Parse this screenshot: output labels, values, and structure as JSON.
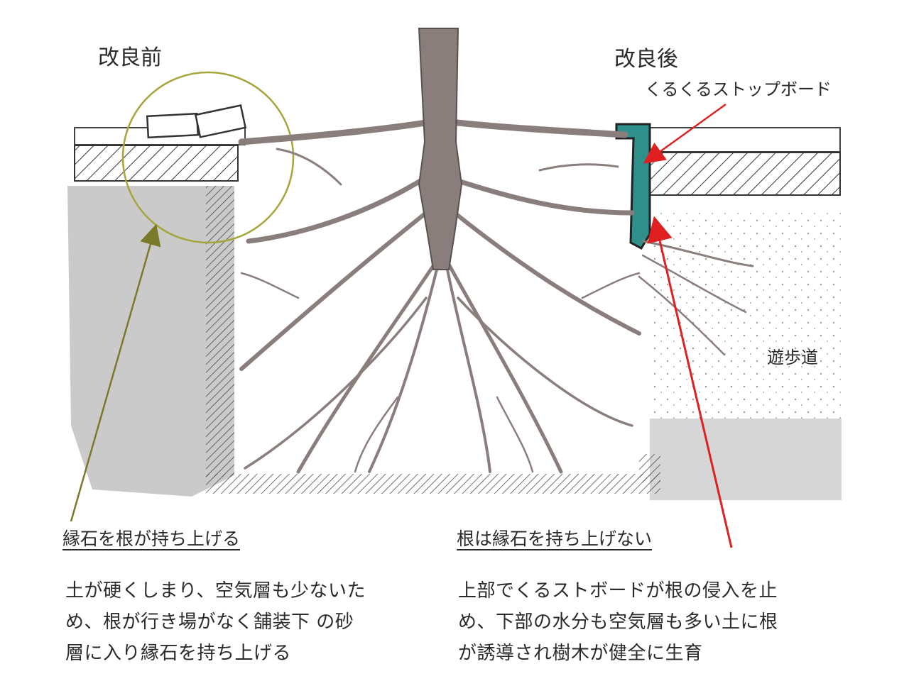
{
  "labels": {
    "before": "改良前",
    "after": "改良後",
    "board": "くるくるストップボード",
    "walkway": "遊歩道"
  },
  "left_caption": {
    "title": "縁石を根が持ち上げる",
    "lines": [
      "土が硬くしまり、空気層も少ないた",
      "め、根が行き場がなく舗装下 の砂",
      "層に入り縁石を持ち上げる"
    ]
  },
  "right_caption": {
    "title": "根は縁石を持ち上げない",
    "lines": [
      "上部でくるストボードが根の侵入を止",
      "め、下部の水分も空気層も多い土に根",
      "が誘導され樹木が健全に生育"
    ]
  },
  "colors": {
    "root": "#8a7e7c",
    "board": "#2f8f8a",
    "left_arrow": "#7a7a2a",
    "right_arrow": "#e02020",
    "soil": "#bdbdbd"
  }
}
